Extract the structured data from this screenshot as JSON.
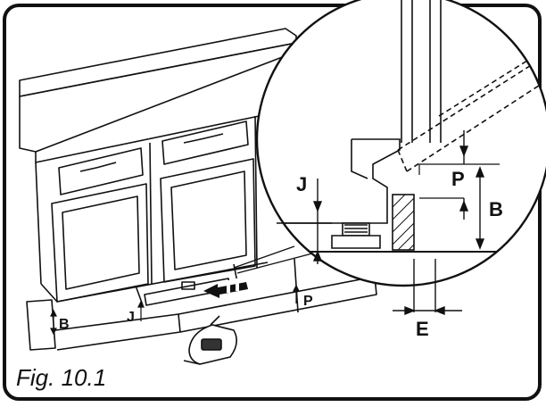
{
  "caption": "Fig. 10.1",
  "labels": {
    "j_small": "J",
    "b_small": "B",
    "p_small": "P",
    "j_large": "J",
    "p_large": "P",
    "b_large": "B",
    "e_large": "E"
  },
  "colors": {
    "ink": "#111111",
    "paper": "#ffffff"
  }
}
